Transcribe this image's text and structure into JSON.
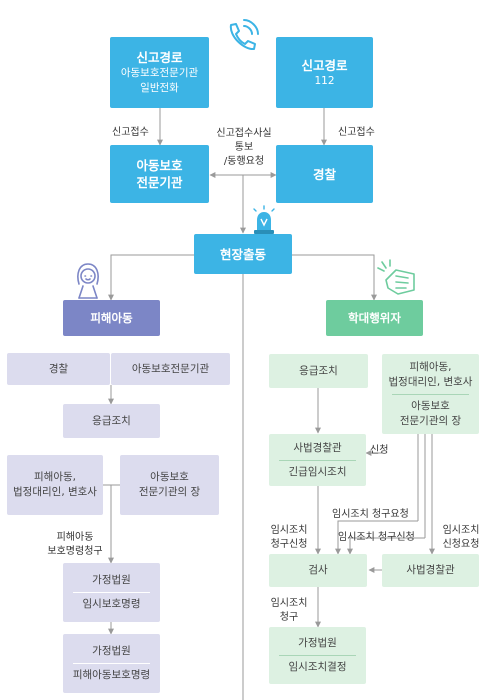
{
  "top_left": {
    "title": "신고경로",
    "line1": "아동보호전문기관",
    "line2": "일반전화"
  },
  "top_right": {
    "title": "신고경로",
    "line1": "112"
  },
  "agency": {
    "line1": "아동보호",
    "line2": "전문기관"
  },
  "police_top": {
    "label": "경찰"
  },
  "labels": {
    "report_left": "신고접수",
    "report_right": "신고접수",
    "notify1": "신고접수사실",
    "notify2": "통보",
    "notify3": "/동행요청",
    "victim_request1": "피해아동",
    "victim_request2": "보호명령청구",
    "apply": "신청",
    "temp_req1": "임시조치",
    "temp_req2": "청구신청",
    "temp_req3": "임시조치 청구요청",
    "temp_req4": "임시조치 청구신청",
    "temp_apply1": "임시조치",
    "temp_apply2": "신청요청",
    "temp_claim1": "임시조치",
    "temp_claim2": "청구"
  },
  "dispatch": {
    "label": "현장출동"
  },
  "victim_header": {
    "label": "피해아동"
  },
  "offender_header": {
    "label": "학대행위자"
  },
  "left": {
    "police": "경찰",
    "agency": "아동보호전문기관",
    "emergency": "응급조치",
    "victim_rep1": "피해아동,",
    "victim_rep2": "법정대리인, 변호사",
    "agency_head1": "아동보호",
    "agency_head2": "전문기관의 장",
    "court1_a": "가정법원",
    "court1_b": "임시보호명령",
    "court2_a": "가정법원",
    "court2_b": "피해아동보호명령"
  },
  "right": {
    "emergency": "응급조치",
    "victim_rep1": "피해아동,",
    "victim_rep2": "법정대리인, 변호사",
    "agency_head1": "아동보호",
    "agency_head2": "전문기관의 장",
    "judicial1_a": "사법경찰관",
    "judicial1_b": "긴급임시조치",
    "prosecutor": "검사",
    "judicial2": "사법경찰관",
    "court_a": "가정법원",
    "court_b": "임시조치결정"
  },
  "colors": {
    "blue": "#3cb4e5",
    "purple_dark": "#7c86c6",
    "purple_light": "#dcdcee",
    "green_dark": "#6ecc9e",
    "green_light": "#ddf1e2",
    "line": "#9a9a9a"
  },
  "icons": [
    "phone-icon",
    "siren-icon",
    "child-icon",
    "offender-hand-icon"
  ]
}
